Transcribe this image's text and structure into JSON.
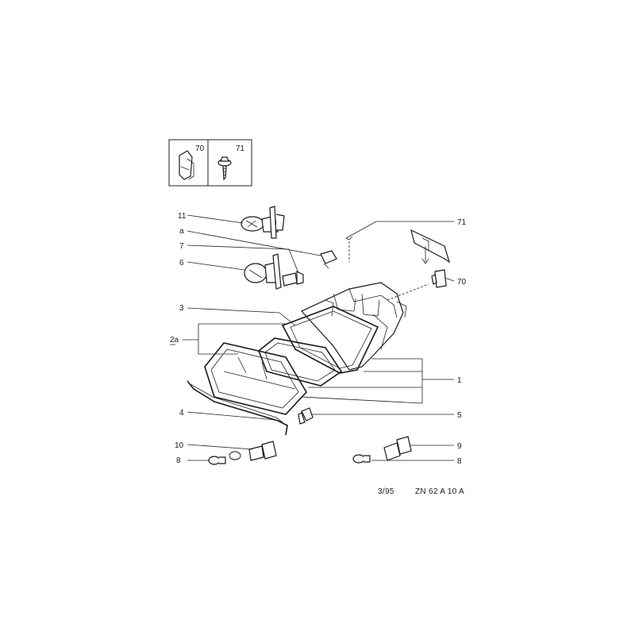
{
  "inset": {
    "items": [
      {
        "ref": "70"
      },
      {
        "ref": "71"
      }
    ]
  },
  "callouts": {
    "c11": "11",
    "ca": "a",
    "c7": "7",
    "c6": "6",
    "c3": "3",
    "c2a": "2a",
    "c4": "4",
    "c10": "10",
    "c8_left": "8",
    "c71": "71",
    "c70": "70",
    "c1": "1",
    "c5": "5",
    "c9": "9",
    "c8_right": "8"
  },
  "footer": {
    "date": "3/95",
    "code": "ZN 62 A 10 A"
  }
}
